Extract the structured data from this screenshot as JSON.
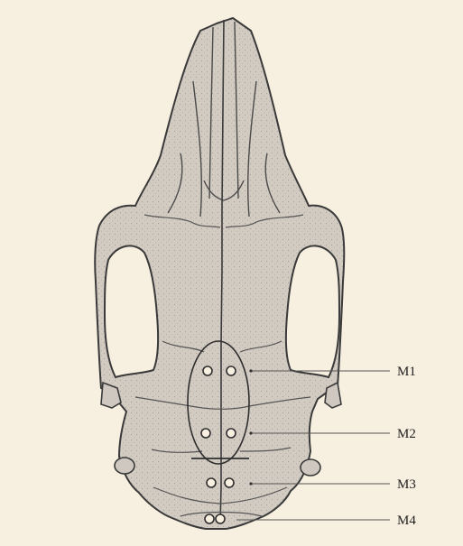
{
  "labels": {
    "m1": "M1",
    "m2": "M2",
    "m3": "M3",
    "m4": "M4"
  },
  "colors": {
    "background": "#f7efdf",
    "bone_fill": "#cfc8c0",
    "outline": "#3a3a3a",
    "text": "#222222"
  }
}
